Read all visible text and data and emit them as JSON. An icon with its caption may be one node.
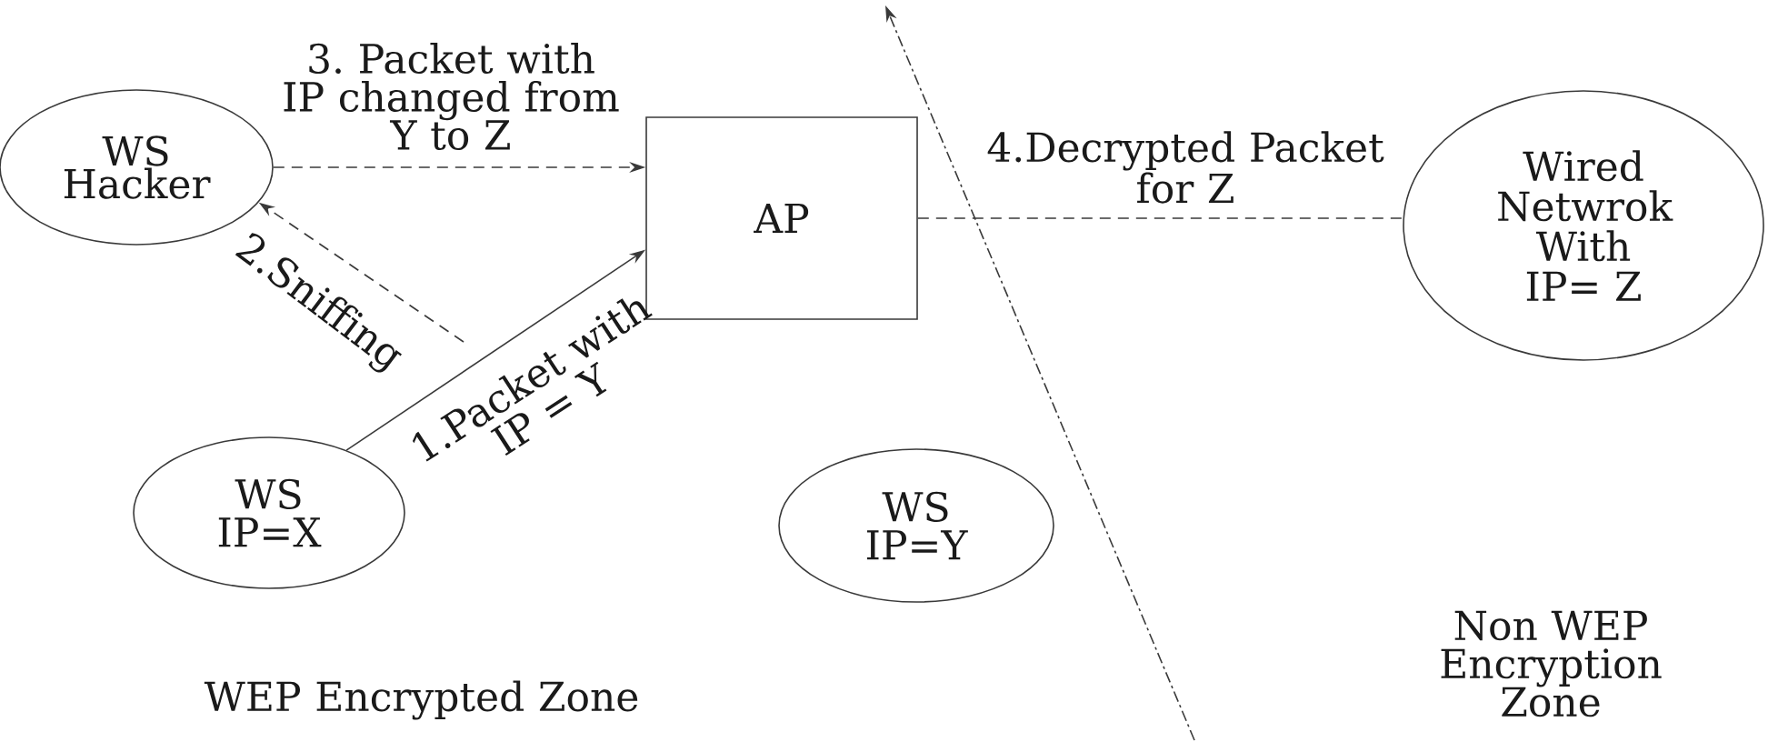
{
  "diagram": {
    "nodes": [
      {
        "text": [
          "WS Hacker"
        ]
      },
      {
        "text": [
          "AP"
        ]
      },
      {
        "text": [
          "Wired Netwrok With IP= Z"
        ]
      },
      {
        "text": [
          "WS IP=X"
        ]
      },
      {
        "text": [
          "WS IP=Y"
        ]
      }
    ],
    "edges": [
      {
        "from": 3,
        "to": 1,
        "arrow": "to",
        "label": "1.Packet with IP = Y"
      },
      {
        "from": null,
        "to": 0,
        "arrow": "to",
        "label": "2.Sniffing",
        "style": "dashed"
      },
      {
        "from": 0,
        "to": 1,
        "arrow": "to",
        "label": "3. Packet with IP changed from Y to Z",
        "style": "dashed"
      },
      {
        "from": 1,
        "to": 2,
        "arrow": "none",
        "label": "4.Decrypted Packet for Z",
        "style": "dashed"
      }
    ],
    "labels": [
      "WEP Encrypted Zone",
      "Non WEP Encryption Zone"
    ]
  }
}
